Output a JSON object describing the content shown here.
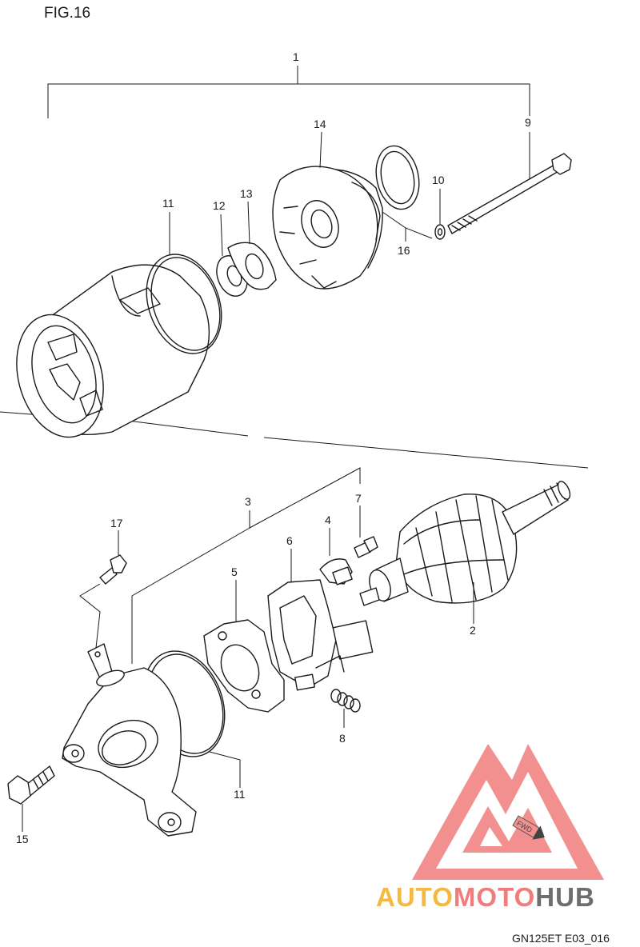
{
  "figure_title": "FIG.16",
  "drawing_code": "GN125ET E03_016",
  "watermark": {
    "parts": [
      "AUTO",
      "MOTO",
      "HUB"
    ],
    "colors": [
      "#f5b942",
      "#f07c7c",
      "#6e6e6e"
    ],
    "logo_color": "#f07c7c",
    "badge": "FWD"
  },
  "callouts": {
    "c1": "1",
    "c2": "2",
    "c3": "3",
    "c4": "4",
    "c5": "5",
    "c6": "6",
    "c7": "7",
    "c8": "8",
    "c9": "9",
    "c10": "10",
    "c11a": "11",
    "c11b": "11",
    "c12": "12",
    "c13": "13",
    "c14": "14",
    "c15": "15",
    "c16": "16",
    "c17": "17"
  }
}
